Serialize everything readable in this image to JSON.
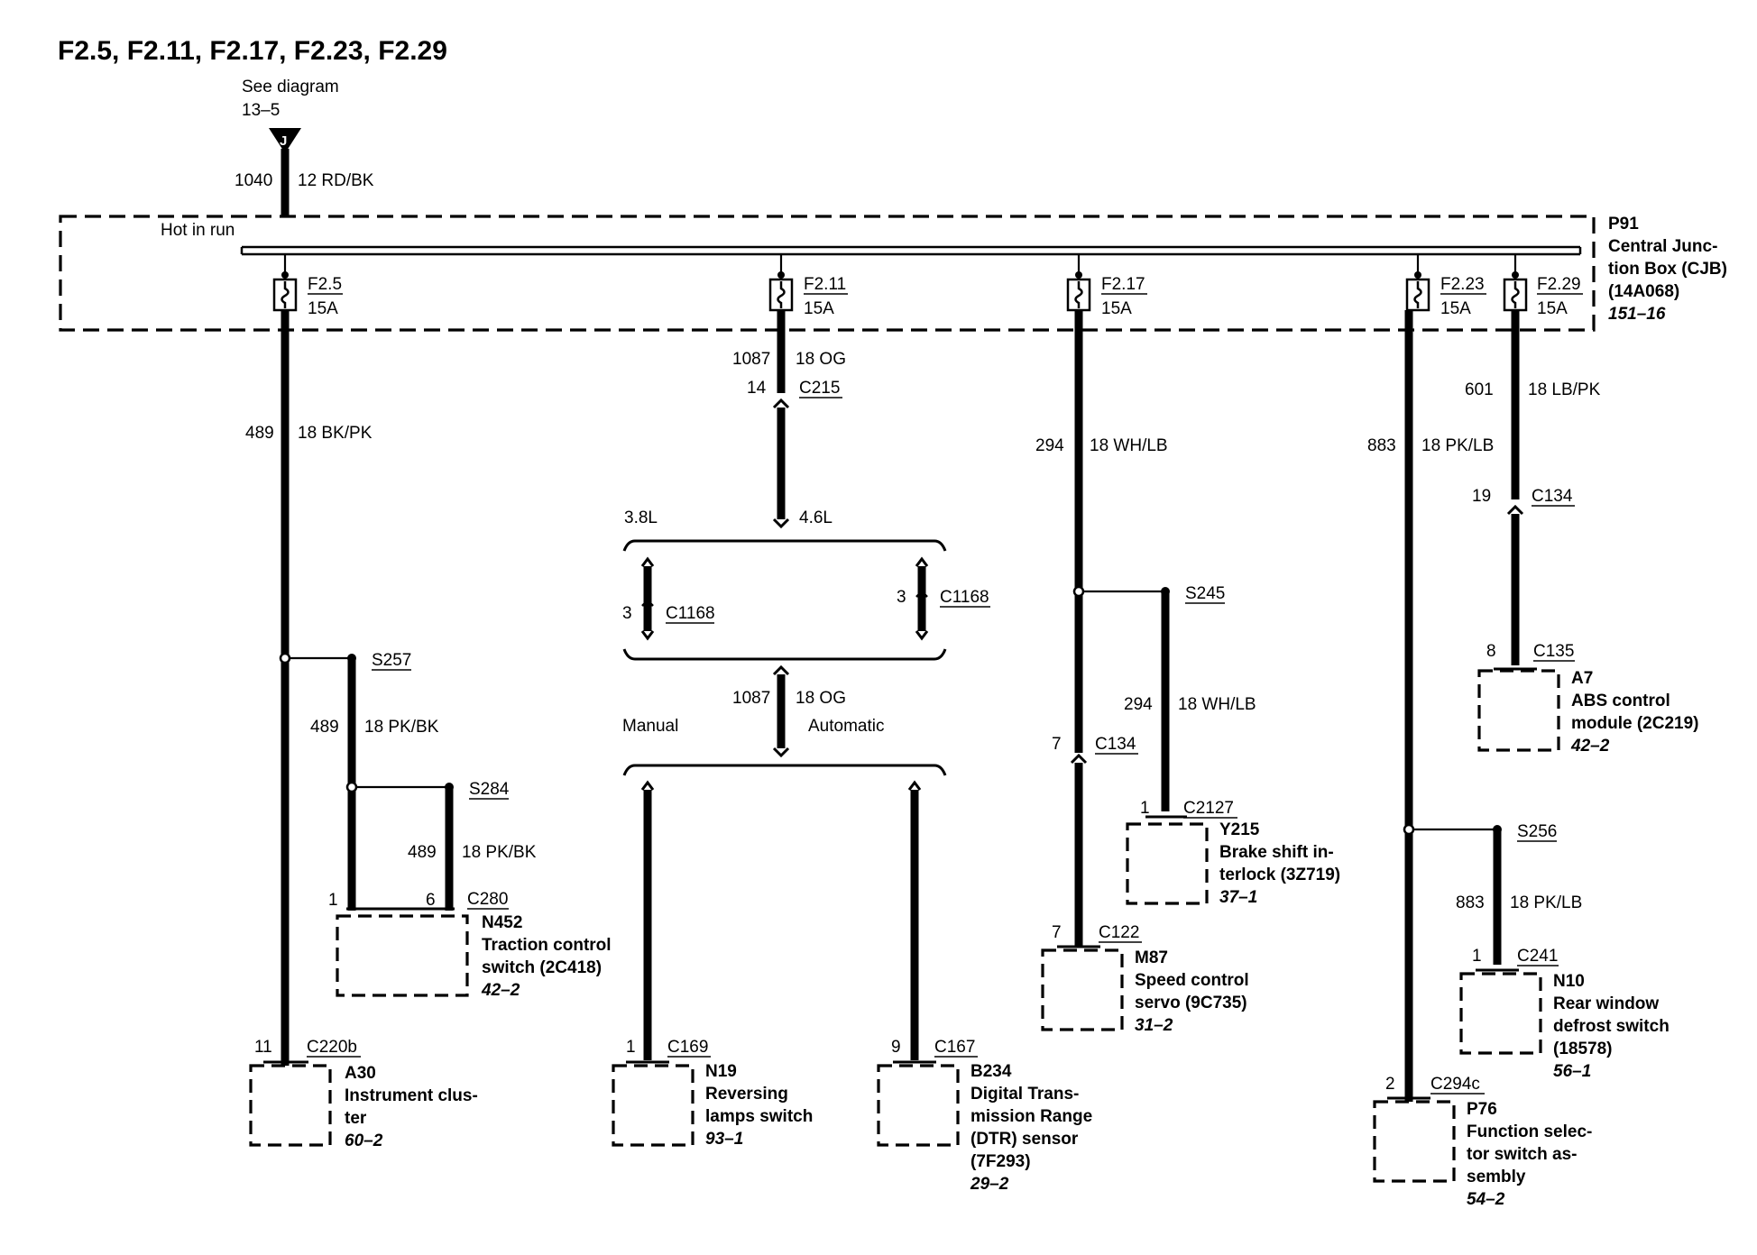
{
  "title": "F2.5, F2.11, F2.17, F2.23, F2.29",
  "see_diagram": {
    "line1": "See diagram",
    "line2": "13–5",
    "connector": "J"
  },
  "feed_wire": {
    "circuit": "1040",
    "spec": "12 RD/BK"
  },
  "hot_in_run": "Hot in run",
  "junction_box": {
    "id": "P91",
    "name_1": "Central Junc-",
    "name_2": "tion Box (CJB)",
    "part": "(14A068)",
    "page": "151–16"
  },
  "fuses": [
    {
      "id": "F2.5",
      "rating": "15A"
    },
    {
      "id": "F2.11",
      "rating": "15A"
    },
    {
      "id": "F2.17",
      "rating": "15A"
    },
    {
      "id": "F2.23",
      "rating": "15A"
    },
    {
      "id": "F2.29",
      "rating": "15A"
    }
  ],
  "wires": {
    "w489": {
      "circuit": "489",
      "spec": "18 BK/PK"
    },
    "w489_a": {
      "circuit": "489",
      "spec": "18 PK/BK"
    },
    "w489_b": {
      "circuit": "489",
      "spec": "18 PK/BK"
    },
    "w1087": {
      "circuit": "1087",
      "spec": "18 OG"
    },
    "w1087_b": {
      "circuit": "1087",
      "spec": "18 OG"
    },
    "w294": {
      "circuit": "294",
      "spec": "18 WH/LB"
    },
    "w294_b": {
      "circuit": "294",
      "spec": "18 WH/LB"
    },
    "w883": {
      "circuit": "883",
      "spec": "18 PK/LB"
    },
    "w883_b": {
      "circuit": "883",
      "spec": "18 PK/LB"
    },
    "w601": {
      "circuit": "601",
      "spec": "18 LB/PK"
    }
  },
  "splices": {
    "s257": "S257",
    "s284": "S284",
    "s245": "S245",
    "s256": "S256"
  },
  "connectors": {
    "c215": {
      "pin": "14",
      "id": "C215"
    },
    "c1168_l": {
      "pin": "3",
      "id": "C1168"
    },
    "c1168_r": {
      "pin": "3",
      "id": "C1168"
    },
    "c134_a": {
      "pin": "7",
      "id": "C134"
    },
    "c134_b": {
      "pin": "19",
      "id": "C134"
    },
    "c135": {
      "pin": "8",
      "id": "C135"
    },
    "c2127": {
      "pin": "1",
      "id": "C2127"
    },
    "c122": {
      "pin": "7",
      "id": "C122"
    },
    "c280": {
      "pin_a": "1",
      "pin_b": "6",
      "id": "C280"
    },
    "c220b": {
      "pin": "11",
      "id": "C220b"
    },
    "c169": {
      "pin": "1",
      "id": "C169"
    },
    "c167": {
      "pin": "9",
      "id": "C167"
    },
    "c241": {
      "pin": "1",
      "id": "C241"
    },
    "c294c": {
      "pin": "2",
      "id": "C294c"
    }
  },
  "options": {
    "engine_a": "3.8L",
    "engine_b": "4.6L",
    "trans_a": "Manual",
    "trans_b": "Automatic"
  },
  "components": {
    "a30": {
      "id": "A30",
      "l1": "Instrument clus-",
      "l2": "ter",
      "page": "60–2"
    },
    "n452": {
      "id": "N452",
      "l1": "Traction control",
      "l2": "switch (2C418)",
      "page": "42–2"
    },
    "n19": {
      "id": "N19",
      "l1": "Reversing",
      "l2": "lamps switch",
      "page": "93–1"
    },
    "b234": {
      "id": "B234",
      "l1": "Digital Trans-",
      "l2": "mission Range",
      "l3": "(DTR) sensor",
      "l4": "(7F293)",
      "page": "29–2"
    },
    "m87": {
      "id": "M87",
      "l1": "Speed control",
      "l2": "servo (9C735)",
      "page": "31–2"
    },
    "y215": {
      "id": "Y215",
      "l1": "Brake shift in-",
      "l2": "terlock (3Z719)",
      "page": "37–1"
    },
    "a7": {
      "id": "A7",
      "l1": "ABS control",
      "l2": "module (2C219)",
      "page": "42–2"
    },
    "n10": {
      "id": "N10",
      "l1": "Rear window",
      "l2": "defrost switch",
      "l3": "(18578)",
      "page": "56–1"
    },
    "p76": {
      "id": "P76",
      "l1": "Function selec-",
      "l2": "tor switch as-",
      "l3": "sembly",
      "page": "54–2"
    }
  }
}
